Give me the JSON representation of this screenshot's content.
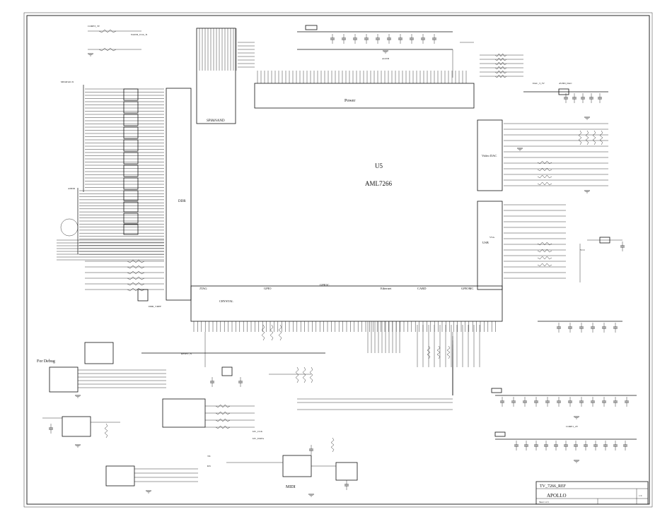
{
  "title": "TV_7266_REF",
  "company": "APOLLO",
  "sheet_number": "1 0",
  "title_block_caption": "Sheet 1 of 1",
  "chip": {
    "ref": "U5",
    "name": "AML7266",
    "sections": {
      "power": "Power",
      "ddr": "DDR",
      "spi_nand": "SPI&NAND",
      "video_dac": "Video DAC",
      "usb": "USB",
      "jtag": "JTAG",
      "crystal": "CRYSTAL",
      "gpio": "GPIO",
      "gpioc": "GPIOC",
      "ethernet": "Ethernet",
      "card": "CARD",
      "gpiomc": "GPIOMC"
    }
  },
  "labels": {
    "for_debug": "For Debug",
    "midi": "MIDI",
    "dac": "DAC_3_3V",
    "avdd_dac": "AVDD_DAC",
    "vcc": "VCC",
    "core_3v": "CORE3_3V",
    "core_1v": "CORE1_2V",
    "agnd": "AGND",
    "ddr_ref": "DDR_VREF",
    "mem_bus": "MDATA0-31",
    "addr_bus": "ADDR",
    "reset": "RESET_N",
    "iic_clk": "I2C_CLK",
    "iic_data": "I2C_DATA",
    "rx": "RX",
    "tx": "TX",
    "nand_clk": "NAND_CLK_N",
    "vsa": "VSA"
  }
}
